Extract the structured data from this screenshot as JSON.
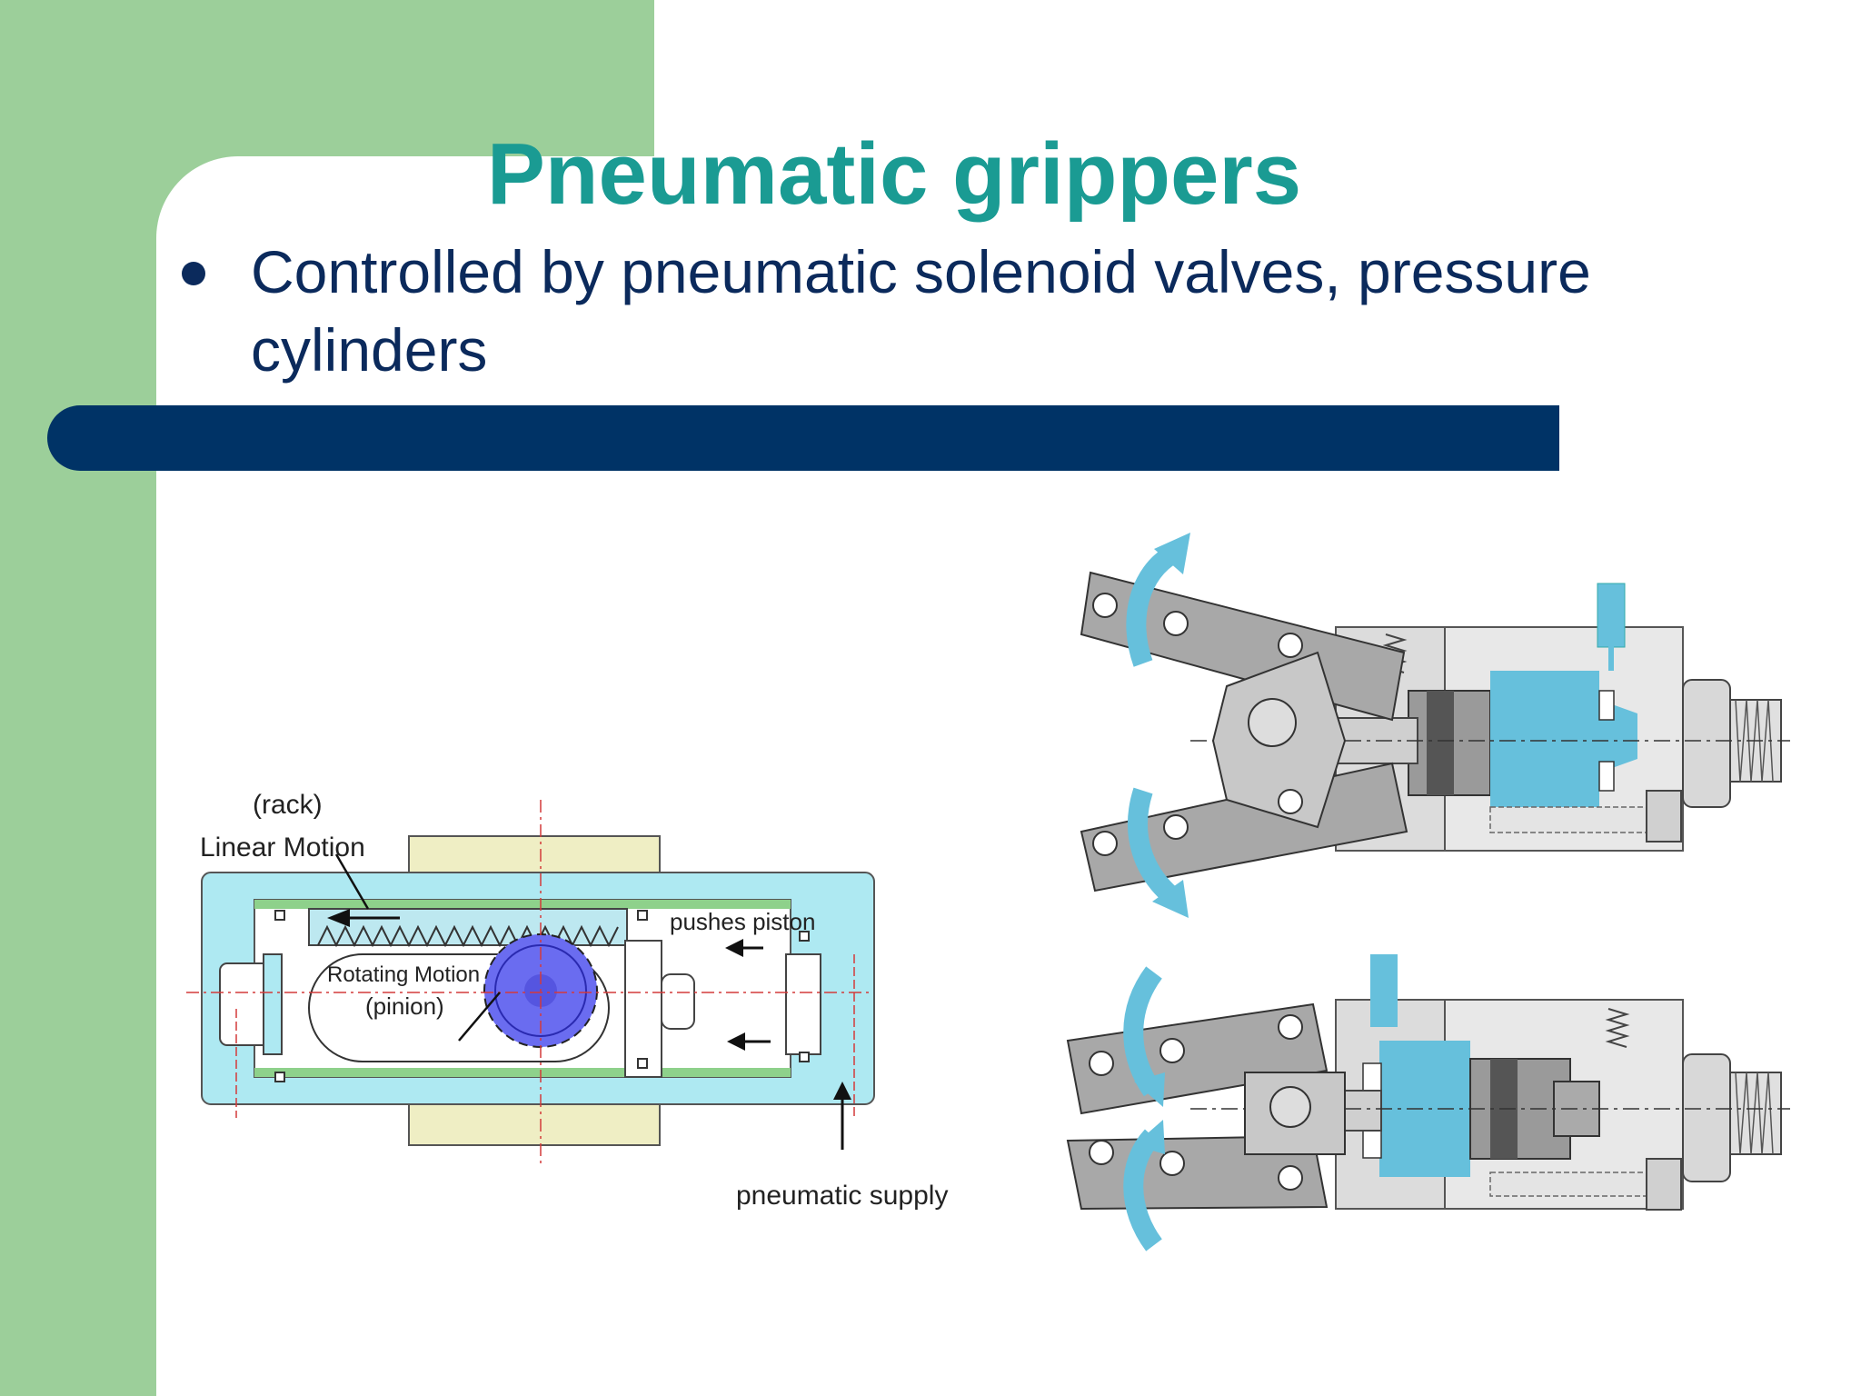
{
  "slide": {
    "title": "Pneumatic grippers",
    "bullets": [
      "Controlled by pneumatic solenoid valves, pressure cylinders"
    ]
  },
  "diagram_left": {
    "labels": {
      "rack": "(rack)",
      "linear_motion": "Linear Motion",
      "pushes_piston": "pushes piston",
      "rotating_motion": "Rotating Motion",
      "pinion": "(pinion)",
      "pneumatic_supply": "pneumatic supply"
    }
  },
  "colors": {
    "green_frame": "#9ccf9a",
    "title_teal": "#1a9b93",
    "text_navy": "#0b2a5c",
    "bar_navy": "#003366",
    "piston_blue": "#66c0dc",
    "housing_cyan": "#aee9f2",
    "pinion_blue": "#6a6cf0"
  }
}
